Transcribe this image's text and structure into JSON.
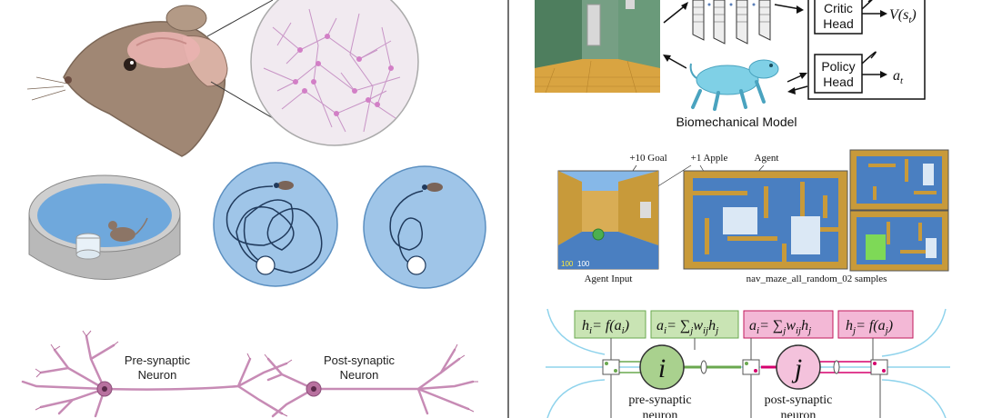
{
  "left_panel": {
    "neuron_labels": {
      "pre": [
        "Pre-synaptic",
        "Neuron"
      ],
      "post": [
        "Post-synaptic",
        "Neuron"
      ]
    }
  },
  "right_panel": {
    "critic_head": [
      "Critic",
      "Head"
    ],
    "critic_output": "V(s",
    "critic_output_sub": "t",
    "critic_output_close": ")",
    "policy_head": [
      "Policy",
      "Head"
    ],
    "policy_output": "a",
    "policy_output_sub": "t",
    "biomech_label": "Biomechanical Model",
    "maze": {
      "goal_label": "+10 Goal",
      "apple_label": "+1 Apple",
      "agent_label": "Agent",
      "agent_input_caption": "Agent Input",
      "samples_caption": "nav_maze_all_random_02 samples",
      "hud_left": "100",
      "hud_right": "100"
    },
    "hebbian": {
      "eq1": {
        "lhs": "h",
        "lhs_sub": "i",
        "rhs": "= f(a",
        "rhs_sub": "i",
        "close": ")"
      },
      "eq2": {
        "lhs": "a",
        "lhs_sub": "i",
        "rhs": "= ∑",
        "rhs_sub": "j",
        "tail": "w",
        "tail_sub": "ij",
        "tail2": "h",
        "tail2_sub": "j"
      },
      "eq3": {
        "lhs": "a",
        "lhs_sub": "i",
        "rhs": "= ∑",
        "rhs_sub": "j",
        "tail": "w",
        "tail_sub": "ij",
        "tail2": "h",
        "tail2_sub": "j"
      },
      "eq4": {
        "lhs": "h",
        "lhs_sub": "j",
        "rhs": "= f(a",
        "rhs_sub": "j",
        "close": ")"
      },
      "node_i": "i",
      "node_j": "j",
      "pre_label": [
        "pre-synaptic",
        "neuron"
      ],
      "post_label": [
        "post-synaptic",
        "neuron"
      ]
    }
  },
  "colors": {
    "water": "#6fa8dc",
    "neuron": "#c78bb5",
    "maze_wall": "#c89a3a",
    "maze_floor": "#4a7fc1",
    "eq_green": "#c9e4b4",
    "eq_pink": "#f3b8d6",
    "node_green": "#a9d18e",
    "node_pink": "#f4c2dc"
  }
}
